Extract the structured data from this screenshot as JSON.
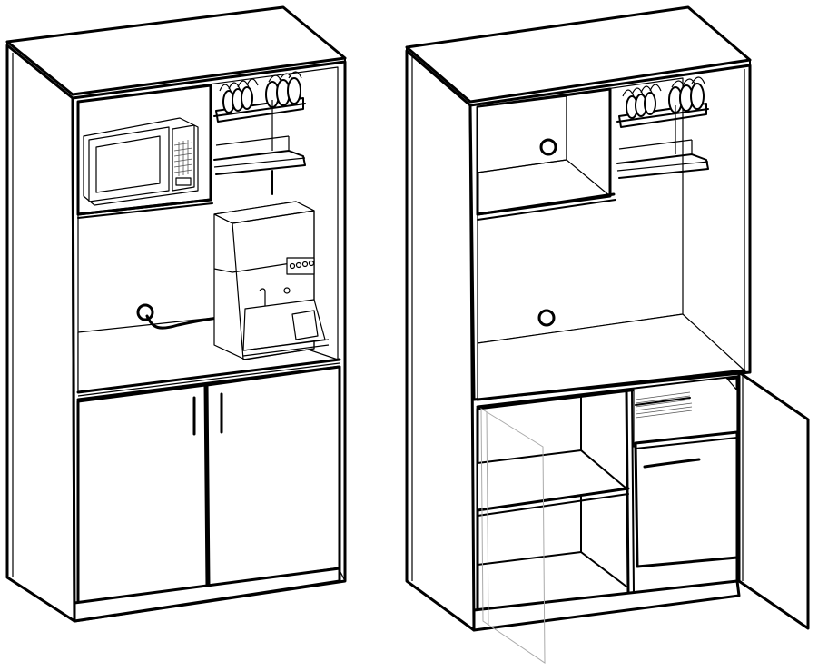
{
  "drawing": {
    "colors": {
      "line": "#000000",
      "background": "#ffffff",
      "ghost_door": "#aaaaaa"
    },
    "views": [
      {
        "name": "closed-cabinet-equipped",
        "items": [
          "microwave",
          "dish-rack",
          "coffee-machine",
          "cable-grommet",
          "double-doors"
        ]
      },
      {
        "name": "open-cabinet-empty",
        "items": [
          "open-niche",
          "dish-rack",
          "cable-grommets",
          "shelves",
          "mini-fridge",
          "open-door"
        ]
      }
    ]
  }
}
